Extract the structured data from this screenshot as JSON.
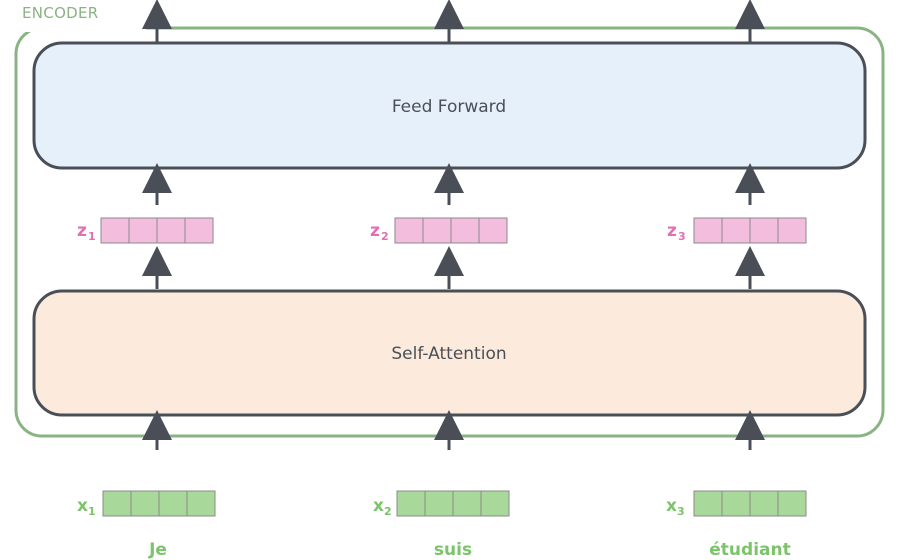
{
  "encoder": {
    "label": "ENCODER"
  },
  "blocks": {
    "feed_forward": {
      "label": "Feed Forward"
    },
    "self_attention": {
      "label": "Self-Attention"
    }
  },
  "outputs": [
    {
      "symbol": "z",
      "sub": "1"
    },
    {
      "symbol": "z",
      "sub": "2"
    },
    {
      "symbol": "z",
      "sub": "3"
    }
  ],
  "inputs": [
    {
      "symbol": "x",
      "sub": "1",
      "word": "Je"
    },
    {
      "symbol": "x",
      "sub": "2",
      "word": "suis"
    },
    {
      "symbol": "x",
      "sub": "3",
      "word": "étudiant"
    }
  ],
  "colors": {
    "encoder_border": "#8ab384",
    "feed_forward_fill": "#e6f0fb",
    "self_attention_fill": "#fcebdc",
    "block_border": "#4a4f57",
    "z_vector_fill": "#f3bede",
    "x_vector_fill": "#a9d99a",
    "arrow": "#4a4f57"
  }
}
